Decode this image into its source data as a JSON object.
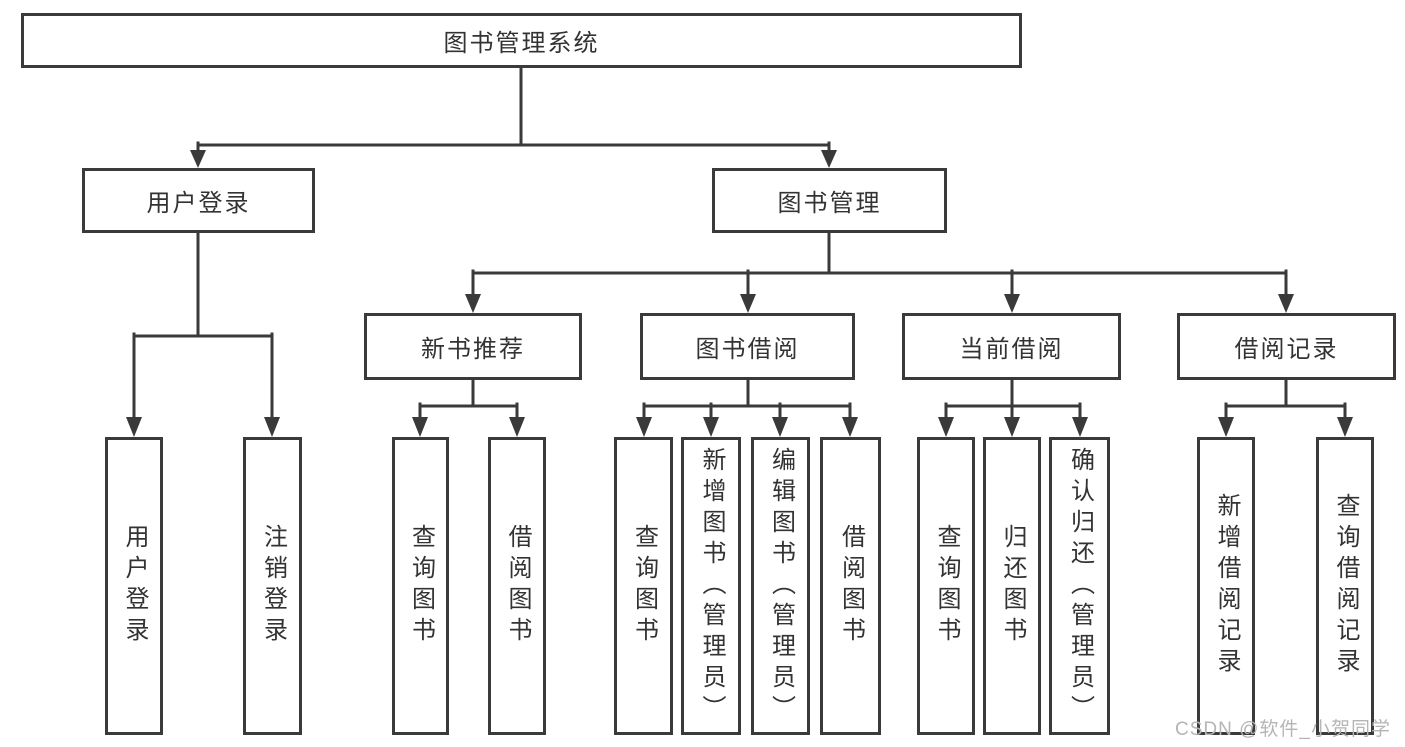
{
  "tree": {
    "label": "图书管理系统",
    "children": [
      {
        "label": "用户登录",
        "children": [
          {
            "label": "用户登录"
          },
          {
            "label": "注销登录"
          }
        ]
      },
      {
        "label": "图书管理",
        "children": [
          {
            "label": "新书推荐",
            "children": [
              {
                "label": "查询图书"
              },
              {
                "label": "借阅图书"
              }
            ]
          },
          {
            "label": "图书借阅",
            "children": [
              {
                "label": "查询图书"
              },
              {
                "label": "新增图书（管理员）"
              },
              {
                "label": "编辑图书（管理员）"
              },
              {
                "label": "借阅图书"
              }
            ]
          },
          {
            "label": "当前借阅",
            "children": [
              {
                "label": "查询图书"
              },
              {
                "label": "归还图书"
              },
              {
                "label": "确认归还（管理员）"
              }
            ]
          },
          {
            "label": "借阅记录",
            "children": [
              {
                "label": "新增借阅记录"
              },
              {
                "label": "查询借阅记录"
              }
            ]
          }
        ]
      }
    ]
  },
  "watermark": "CSDN @软件_小贺同学",
  "colors": {
    "line": "#3a3a3a",
    "text": "#333333",
    "watermark": "#b5b5b5",
    "background": "#ffffff"
  }
}
